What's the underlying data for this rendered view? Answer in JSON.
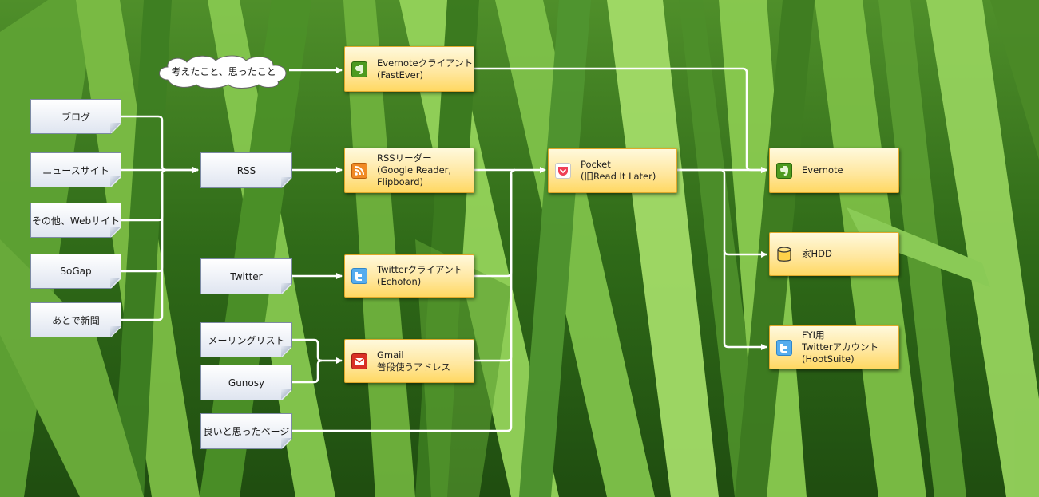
{
  "thought_cloud": "考えたこと、思ったこと",
  "sources": {
    "blog": "ブログ",
    "news_site": "ニュースサイト",
    "other_websites": "その他、Webサイト",
    "sogap": "SoGap",
    "atode_shinbun": "あとで新聞",
    "rss": "RSS",
    "twitter": "Twitter",
    "mailing_list": "メーリングリスト",
    "gunosy": "Gunosy",
    "good_pages": "良いと思ったページ"
  },
  "tools": {
    "evernote_client": "Evernoteクライアント\n(FastEver)",
    "rss_reader": "RSSリーダー\n(Google Reader,\nFlipboard)",
    "twitter_client": "Twitterクライアント\n(Echofon)",
    "gmail": "Gmail\n普段使うアドレス",
    "pocket": "Pocket\n(旧Read It Later)",
    "evernote": "Evernote",
    "home_hdd": "家HDD",
    "fyi_twitter": "FYI用\nTwitterアカウント\n(HootSuite)"
  },
  "icons": {
    "evernote": "evernote-elephant-icon",
    "rss": "rss-feed-icon",
    "twitter": "twitter-bird-icon",
    "gmail": "gmail-envelope-icon",
    "pocket": "pocket-icon",
    "hdd": "database-cylinder-icon"
  },
  "colors": {
    "box_fill": "#ffe69b",
    "box_border": "#e0a92b",
    "note_fill": "#dfe5f0",
    "arrow": "#ffffff",
    "evernote_green": "#5ba525",
    "rss_orange": "#f08a24",
    "twitter_blue": "#55acee",
    "gmail_red": "#d93025",
    "pocket_red": "#ef3f56"
  }
}
